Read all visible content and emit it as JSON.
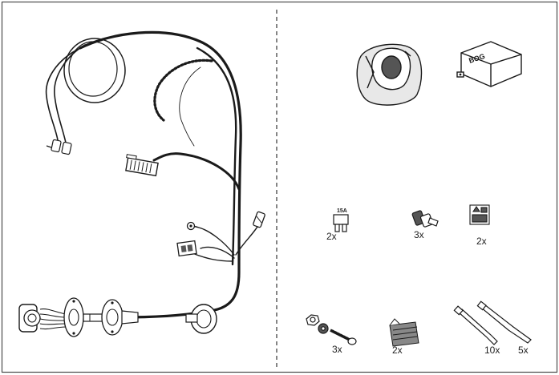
{
  "quantities": {
    "fuse": "2x",
    "cable_connector": "3x",
    "sticker": "2x",
    "screw_set": "3x",
    "tape": "2x",
    "cable_tie_long": "10x",
    "cable_tie_short": "5x"
  },
  "fuse_label": "15A",
  "module_logo": "BOG",
  "colors": {
    "line": "#1a1a1a",
    "border": "#4a4a4a",
    "fill_dark": "#555555",
    "fill_light": "#eeeeee"
  }
}
